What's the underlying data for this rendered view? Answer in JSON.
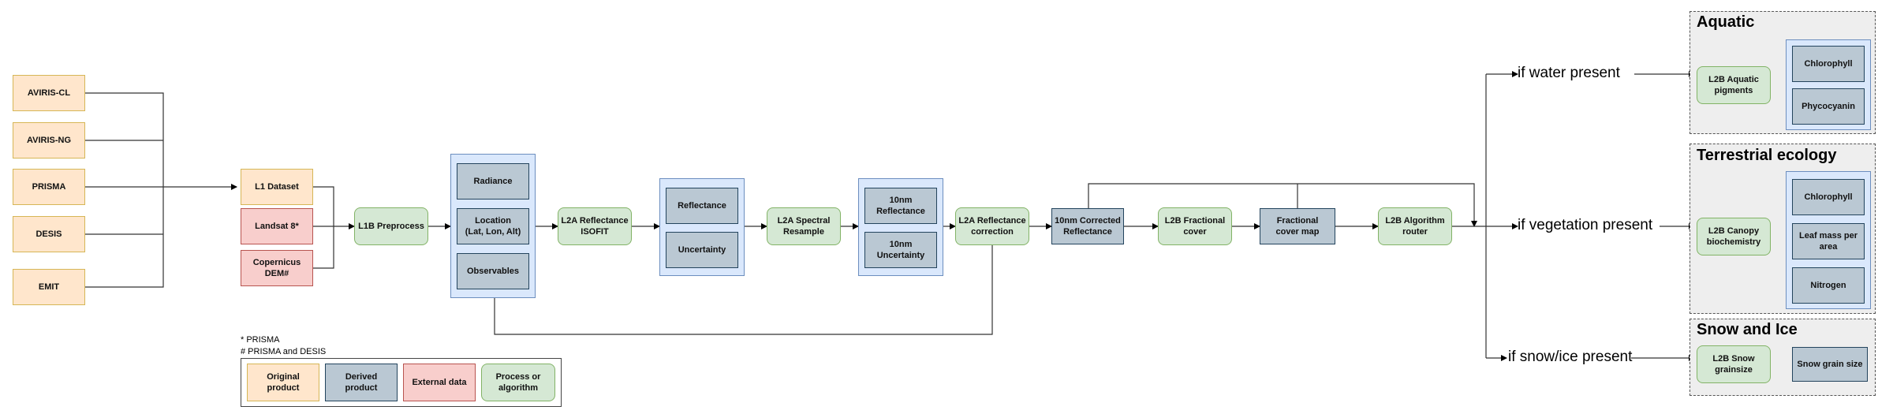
{
  "sources": {
    "aviris_cl": "AVIRIS-CL",
    "aviris_ng": "AVIRIS-NG",
    "prisma": "PRISMA",
    "desis": "DESIS",
    "emit": "EMIT"
  },
  "inputs": {
    "l1_dataset": "L1 Dataset",
    "landsat": "Landsat 8*",
    "copernicus_dem": "Copernicus\nDEM#"
  },
  "pipeline": {
    "l1b_preprocess": "L1B Preprocess",
    "radiance": "Radiance",
    "location": "Location\n(Lat, Lon, Alt)",
    "observables": "Observables",
    "l2a_isofit": "L2A Reflectance\nISOFIT",
    "reflectance": "Reflectance",
    "uncertainty": "Uncertainty",
    "l2a_resample": "L2A Spectral\nResample",
    "nm_reflectance": "10nm\nReflectance",
    "nm_uncertainty": "10nm\nUncertainty",
    "l2a_correction": "L2A Reflectance\ncorrection",
    "corrected_reflectance": "10nm Corrected\nReflectance",
    "l2b_fractional": "L2B Fractional\ncover",
    "fractional_map": "Fractional\ncover map",
    "l2b_router": "L2B Algorithm\nrouter"
  },
  "branches": {
    "water": "if water present",
    "vegetation": "if vegetation present",
    "snow": "if snow/ice present"
  },
  "aquatic": {
    "title": "Aquatic",
    "process": "L2B Aquatic\npigments",
    "chlorophyll": "Chlorophyll",
    "phycocyanin": "Phycocyanin"
  },
  "terrestrial": {
    "title": "Terrestrial ecology",
    "process": "L2B Canopy\nbiochemistry",
    "chlorophyll": "Chlorophyll",
    "leaf_mass": "Leaf mass per\narea",
    "nitrogen": "Nitrogen"
  },
  "snow": {
    "title": "Snow and Ice",
    "process": "L2B Snow\ngrainsize",
    "grain_size": "Snow grain size"
  },
  "notes": {
    "prisma": "* PRISMA",
    "prisma_desis": "# PRISMA and DESIS"
  },
  "legend": {
    "original": "Original\nproduct",
    "derived": "Derived\nproduct",
    "external": "External data",
    "process": "Process or\nalgorithm"
  },
  "colors": {
    "original": "#ffe6cc",
    "derived": "#bac8d3",
    "external": "#f8cecc",
    "process": "#d5e8d4",
    "group": "#dae8fc"
  }
}
